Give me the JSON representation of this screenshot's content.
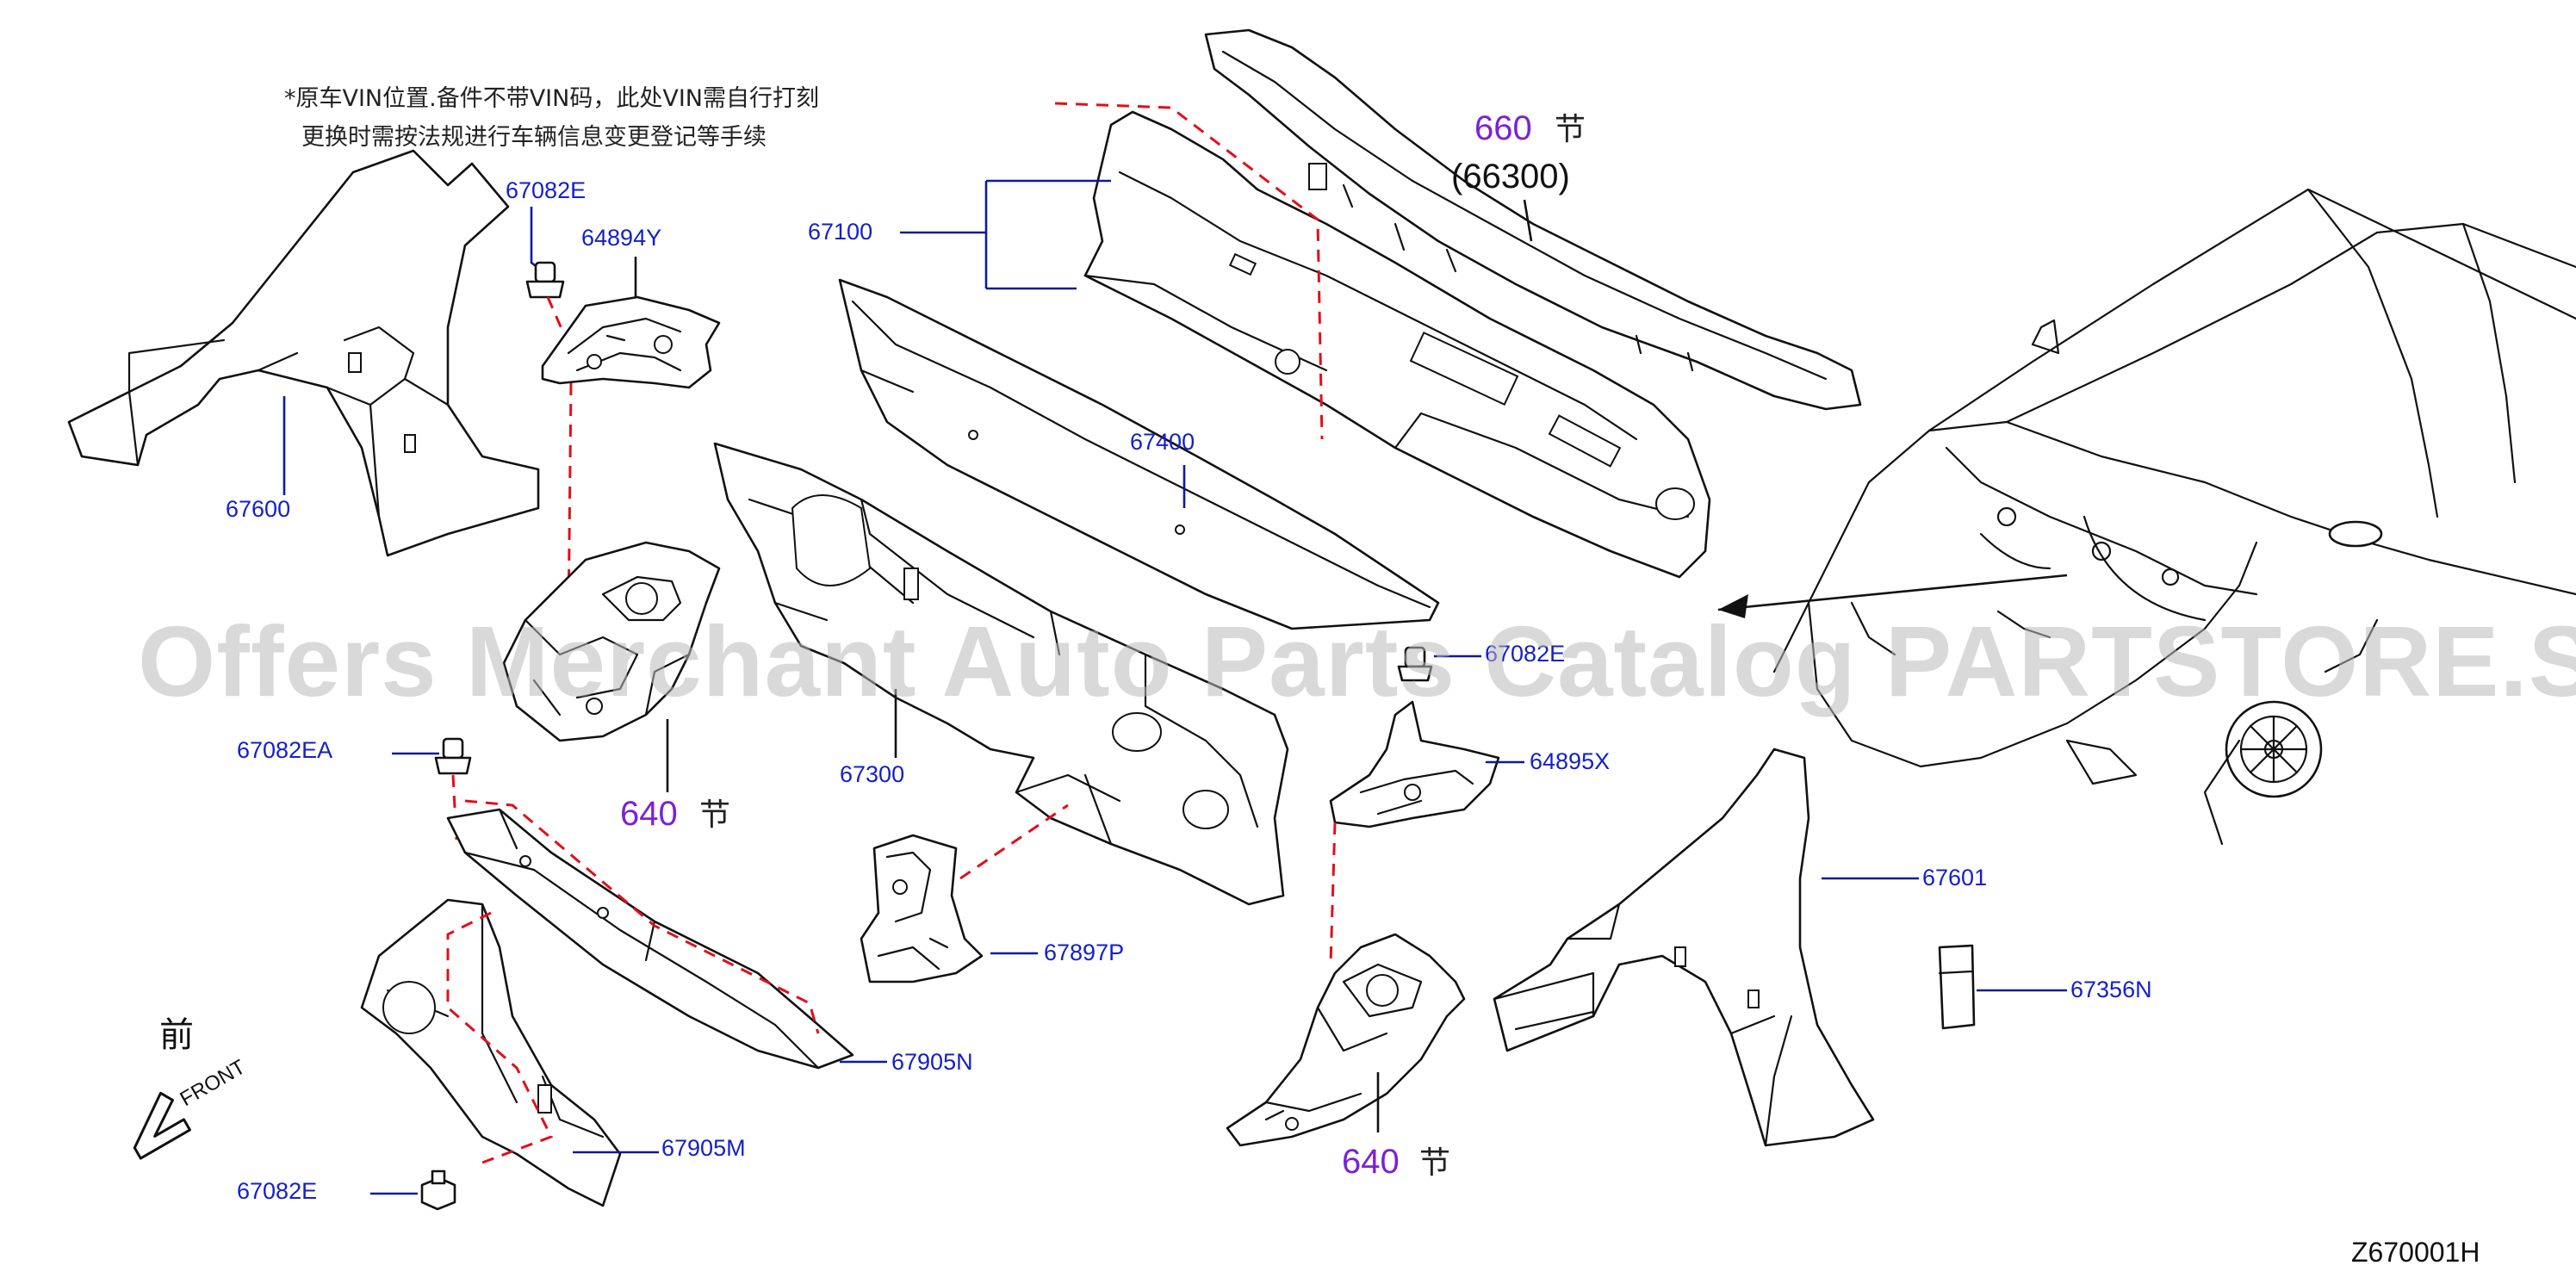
{
  "note": {
    "line1": "*原车VIN位置.备件不带VIN码，此处VIN需自行打刻",
    "line2": "更换时需按法规进行车辆信息变更登记等手续"
  },
  "sections": {
    "top_right": {
      "number": "660",
      "cn": "节",
      "sub": "(66300)"
    },
    "left_mid": {
      "number": "640",
      "cn": "节"
    },
    "right_bottom": {
      "number": "640",
      "cn": "节"
    }
  },
  "parts": {
    "p67082E_top": "67082E",
    "p64894Y": "64894Y",
    "p67100": "67100",
    "p67600": "67600",
    "p67400": "67400",
    "p67082E_mid": "67082E",
    "p67082EA": "67082EA",
    "p67300": "67300",
    "p64895X": "64895X",
    "p67601": "67601",
    "p67897P": "67897P",
    "p67356N": "67356N",
    "p67905N": "67905N",
    "p67905M": "67905M",
    "p67082E_bottom": "67082E"
  },
  "orientation": {
    "cn": "前",
    "en": "FRONT"
  },
  "diagram_code": "Z670001H",
  "watermark": "Offers Merchant Auto Parts Catalog PARTSTORE.SA",
  "colors": {
    "part_label": "#1420c8",
    "section_number": "#7a22d6",
    "dashed_connector": "#e0101a",
    "line_art": "#111111"
  }
}
